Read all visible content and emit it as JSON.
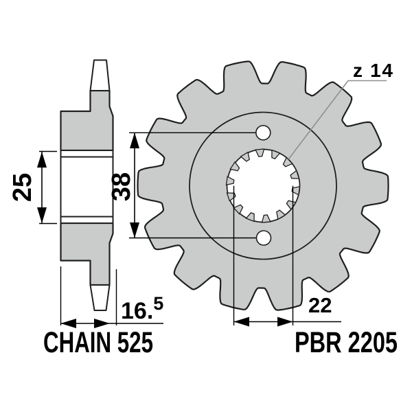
{
  "side_view": {
    "height_dim": "25",
    "width_dim_main": "16.",
    "width_dim_sup": "5",
    "width_dim_value": "16.5",
    "chain_label": "CHAIN 525"
  },
  "front_view": {
    "teeth_label": "z 14",
    "teeth_count": 14,
    "hole_spacing_dim": "38",
    "bore_dim": "22",
    "part_label": "PBR 2205"
  },
  "colors": {
    "background": "#ffffff",
    "part_fill": "#cacccb",
    "outline": "#1f1f1f",
    "dimension": "#000000",
    "leader": "#8f8f8f"
  }
}
